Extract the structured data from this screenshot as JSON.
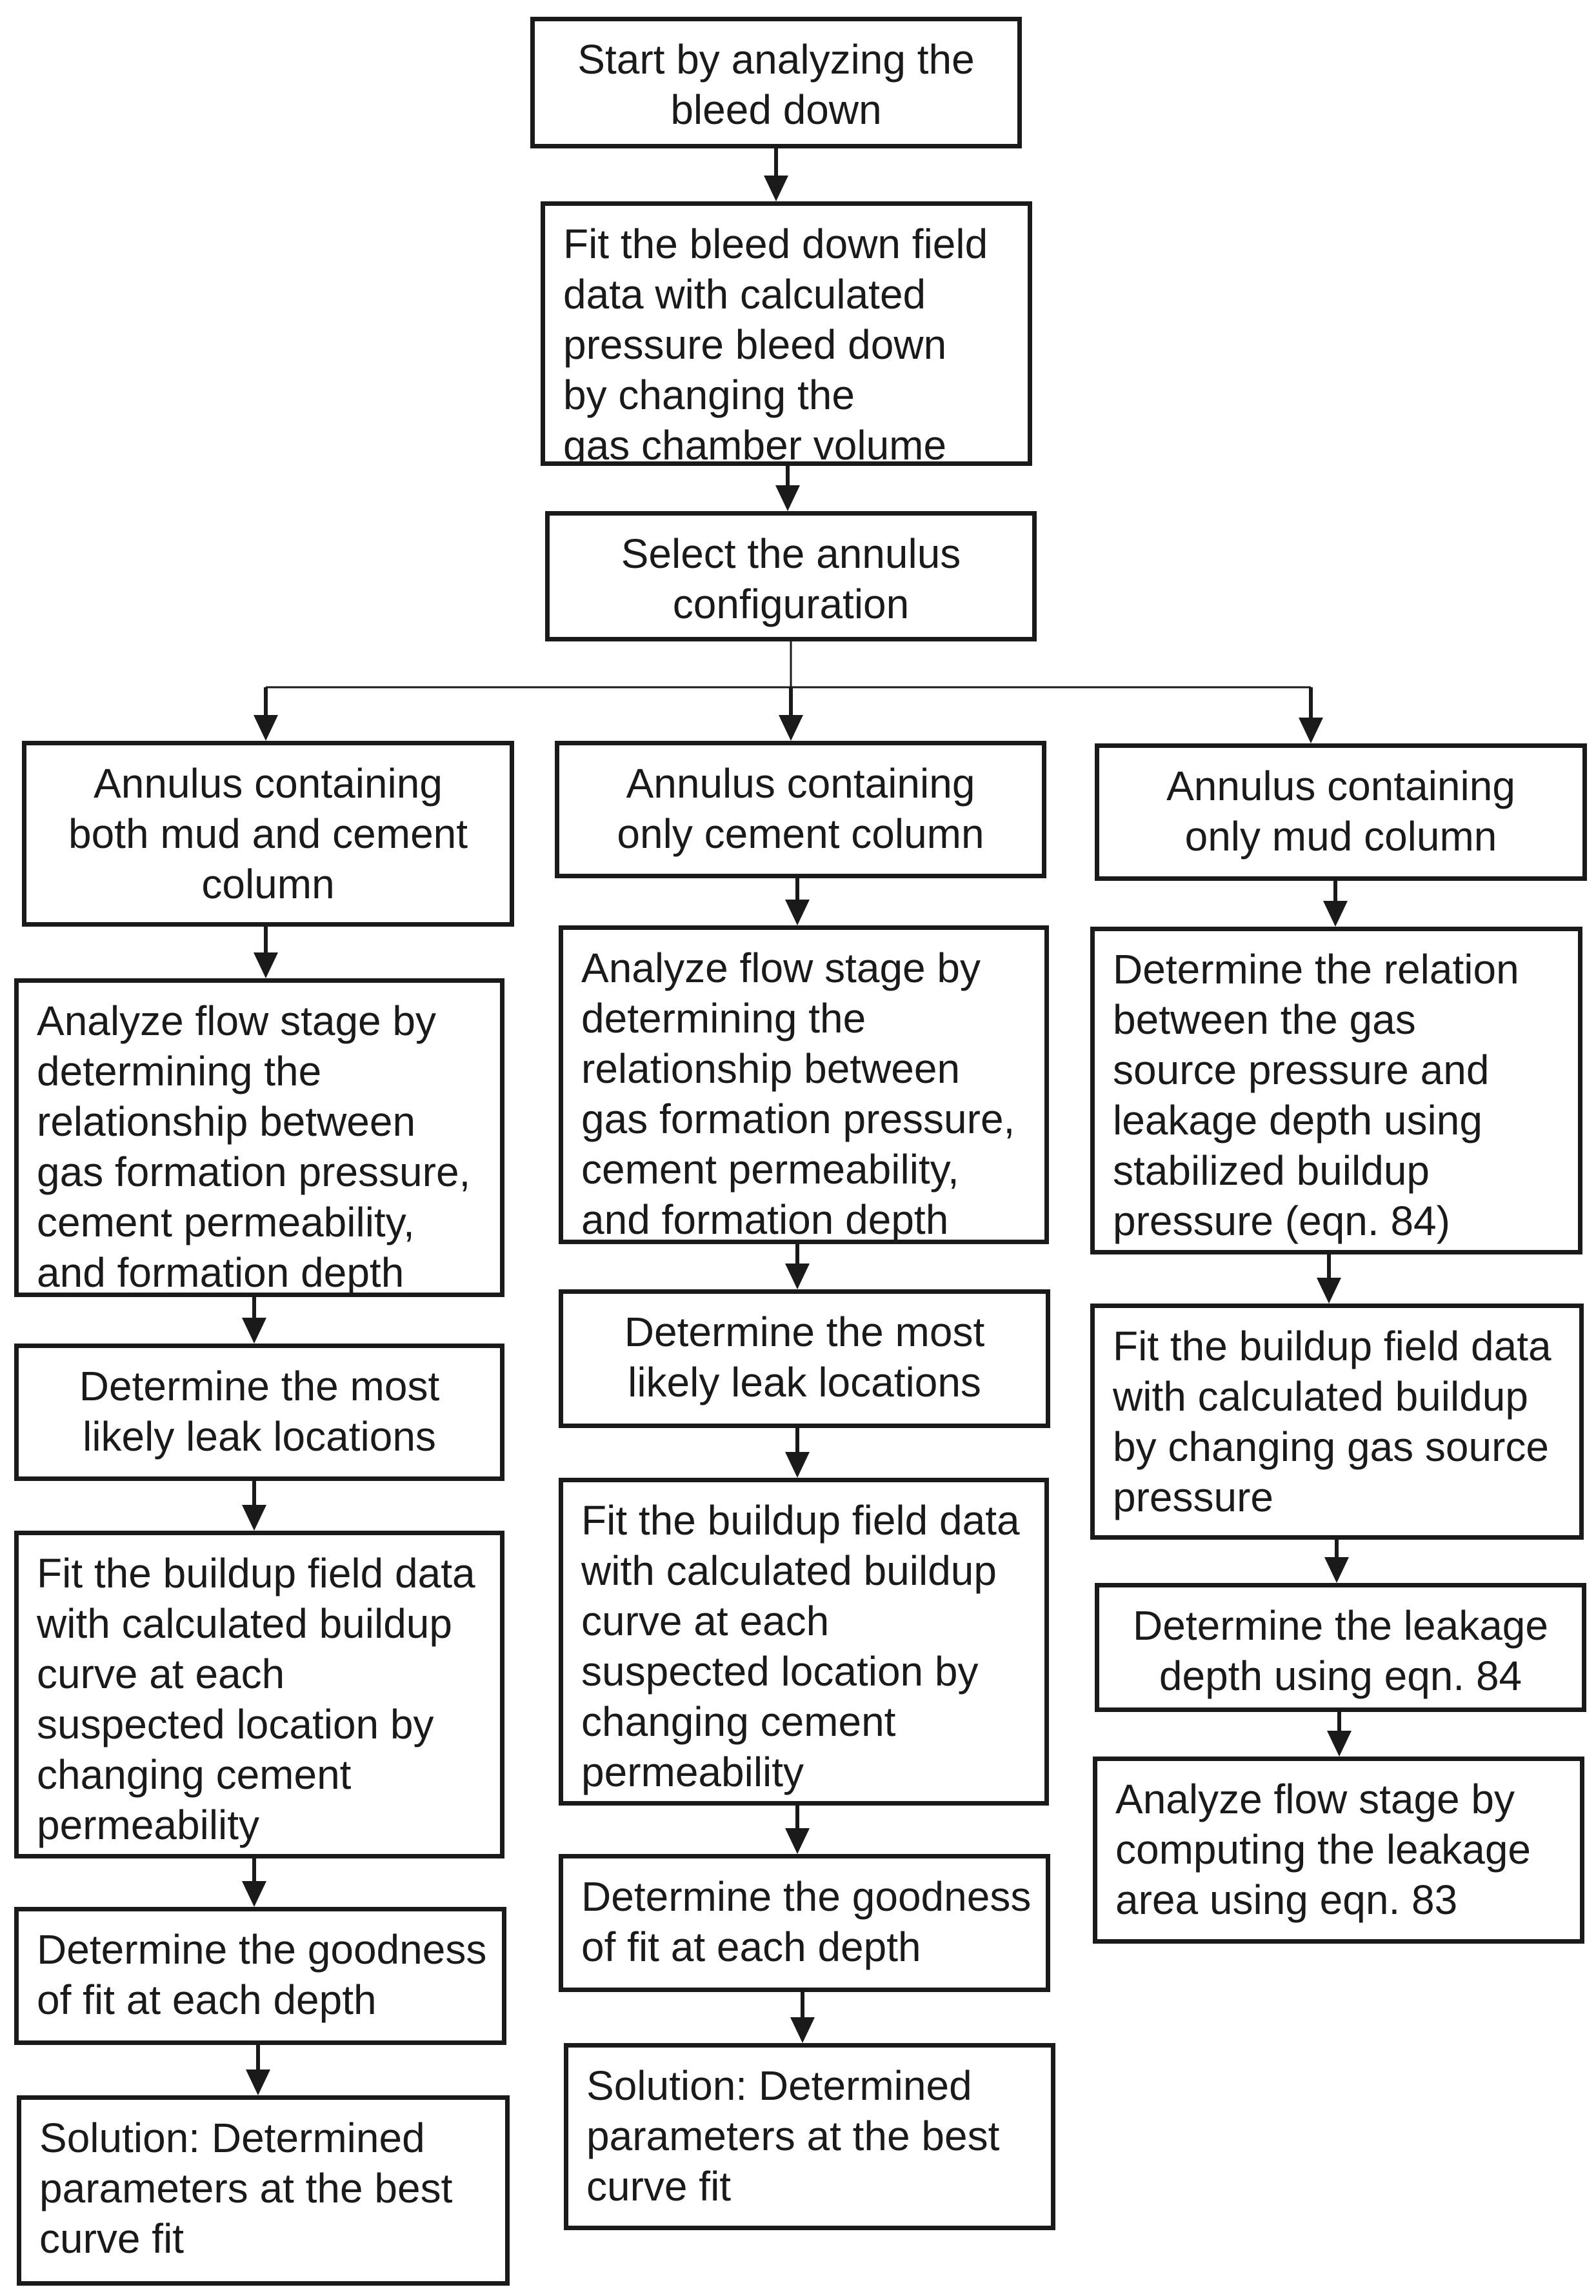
{
  "flowchart": {
    "start": [
      "Start by analyzing the",
      "bleed down"
    ],
    "fit_bleed": [
      "Fit the bleed down field",
      "data with calculated",
      "pressure bleed down",
      "by changing the",
      "gas chamber volume"
    ],
    "select": [
      "Select the annulus",
      "configuration"
    ],
    "columns": [
      {
        "header": [
          "Annulus containing",
          "both mud and cement",
          "column"
        ],
        "steps": [
          [
            "Analyze flow stage by",
            "determining the",
            "relationship between",
            "gas formation pressure,",
            "cement permeability,",
            "and formation depth"
          ],
          [
            "Determine the most",
            "likely leak locations"
          ],
          [
            "Fit the buildup field data",
            "with calculated buildup",
            "curve at each",
            "suspected location by",
            "changing cement",
            "permeability"
          ],
          [
            "Determine the goodness",
            "of fit at each depth"
          ],
          [
            "Solution: Determined",
            "parameters at the best",
            "curve fit"
          ]
        ]
      },
      {
        "header": [
          "Annulus containing",
          "only cement column"
        ],
        "steps": [
          [
            "Analyze flow stage by",
            "determining the",
            "relationship between",
            "gas formation pressure,",
            "cement permeability,",
            "and formation depth"
          ],
          [
            "Determine the most",
            "likely leak locations"
          ],
          [
            "Fit the buildup field data",
            "with calculated buildup",
            "curve at each",
            "suspected location by",
            "changing cement",
            "permeability"
          ],
          [
            "Determine the goodness",
            "of fit at each depth"
          ],
          [
            "Solution: Determined",
            "parameters at the best",
            "curve fit"
          ]
        ]
      },
      {
        "header": [
          "Annulus containing",
          "only mud column"
        ],
        "steps": [
          [
            "Determine the relation",
            "between the gas",
            "source pressure and",
            "leakage depth using",
            "stabilized buildup",
            "pressure (eqn. 84)"
          ],
          [
            "Fit the buildup field data",
            "with calculated buildup",
            "by changing gas source",
            "pressure"
          ],
          [
            "Determine the leakage",
            "depth using eqn. 84"
          ],
          [
            "Analyze flow stage by",
            "computing the leakage",
            "area using eqn. 83"
          ]
        ]
      }
    ]
  }
}
